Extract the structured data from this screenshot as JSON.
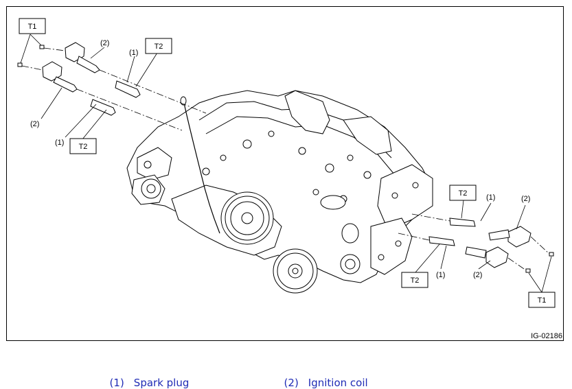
{
  "figure": {
    "figure_id": "IG-02186",
    "tags": {
      "t1": "T1",
      "t2": "T2"
    },
    "callouts": {
      "one": "(1)",
      "two": "(2)"
    }
  },
  "legend": {
    "items": [
      {
        "num": "(1)",
        "label": "Spark plug"
      },
      {
        "num": "(2)",
        "label": "Ignition coil"
      }
    ]
  },
  "colors": {
    "legend_text": "#1f2bb5",
    "line_art": "#000000"
  }
}
